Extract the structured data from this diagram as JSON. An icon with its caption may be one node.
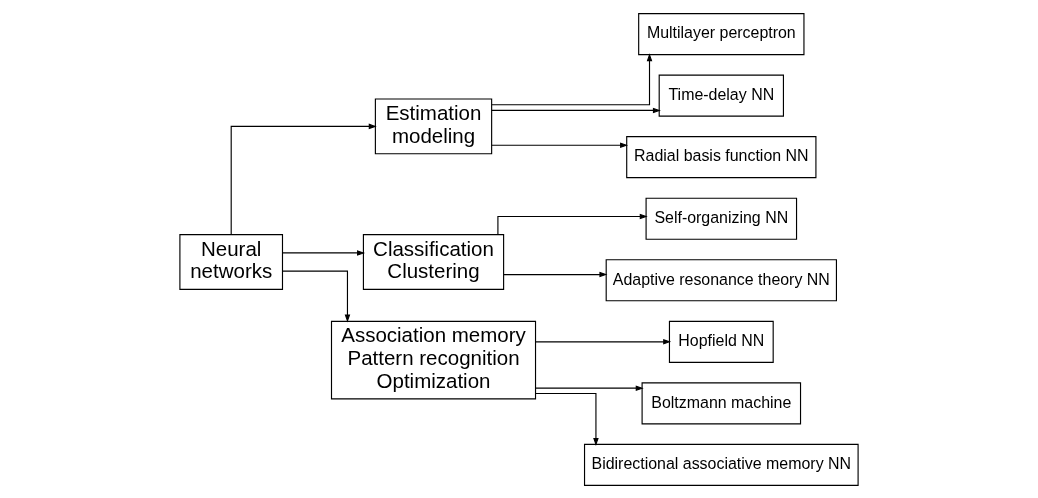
{
  "diagram": {
    "nodes": [
      {
        "text": [
          "Neural networks"
        ]
      },
      {
        "text": [
          "Estimation modeling"
        ]
      },
      {
        "text": [
          "Classification Clustering"
        ]
      },
      {
        "text": [
          "Association memory Pattern recognition Optimization"
        ]
      },
      {
        "text": [
          "Multilayer perceptron"
        ]
      },
      {
        "text": [
          "Time-delay NN"
        ]
      },
      {
        "text": [
          "Radial basis function NN"
        ]
      },
      {
        "text": [
          "Self-organizing NN"
        ]
      },
      {
        "text": [
          "Adaptive resonance theory NN"
        ]
      },
      {
        "text": [
          "Hopfield NN"
        ]
      },
      {
        "text": [
          "Boltzmann machine"
        ]
      },
      {
        "text": [
          "Bidirectional associative memory NN"
        ]
      }
    ],
    "edges": [
      {
        "from": 0,
        "to": 1,
        "arrow": "to"
      },
      {
        "from": 0,
        "to": 2,
        "arrow": "to"
      },
      {
        "from": 0,
        "to": 3,
        "arrow": "to"
      },
      {
        "from": 1,
        "to": 4,
        "arrow": "to"
      },
      {
        "from": 1,
        "to": 5,
        "arrow": "to"
      },
      {
        "from": 1,
        "to": 6,
        "arrow": "to"
      },
      {
        "from": 2,
        "to": 7,
        "arrow": "to"
      },
      {
        "from": 2,
        "to": 8,
        "arrow": "to"
      },
      {
        "from": 3,
        "to": 9,
        "arrow": "to"
      },
      {
        "from": 3,
        "to": 10,
        "arrow": "to"
      },
      {
        "from": 3,
        "to": 11,
        "arrow": "to"
      }
    ]
  }
}
